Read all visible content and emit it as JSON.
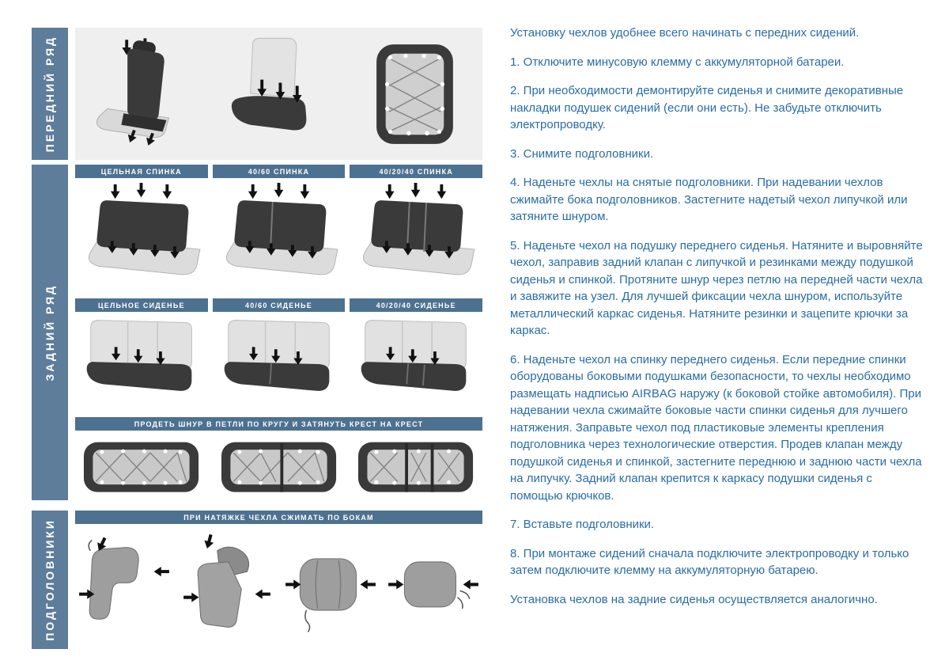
{
  "colors": {
    "accent_rail": "#5d7d9b",
    "accent_bar": "#4d7190",
    "text_blue": "#2a6ca6",
    "panel_gray": "#efefef"
  },
  "sections": {
    "front_row_label": "ПЕРЕДНИЙ РЯД",
    "rear_row_label": "ЗАДНИЙ РЯД",
    "headrests_label": "ПОДГОЛОВНИКИ"
  },
  "diagram_labels": {
    "backrest": [
      "ЦЕЛЬНАЯ СПИНКА",
      "40/60 СПИНКА",
      "40/20/40 СПИНКА"
    ],
    "cushion": [
      "ЦЕЛЬНОЕ СИДЕНЬЕ",
      "40/60 СИДЕНЬЕ",
      "40/20/40 СИДЕНЬЕ"
    ],
    "lace_banner": "ПРОДЕТЬ ШНУР В ПЕТЛИ ПО КРУГУ И ЗАТЯНУТЬ КРЕСТ НА КРЕСТ",
    "headrest_banner": "ПРИ НАТЯЖКЕ ЧЕХЛА СЖИМАТЬ ПО БОКАМ"
  },
  "instructions": {
    "intro": "Установку чехлов удобнее всего начинать с передних сидений.",
    "steps": [
      "1. Отключите минусовую клемму с аккумуляторной батареи.",
      "2. При необходимости демонтируйте сиденья и снимите декоративные накладки подушек сидений (если они есть). Не забудьте отключить электропроводку.",
      "3. Снимите подголовники.",
      "4. Наденьте чехлы на снятые подголовники. При надевании чехлов сжимайте бока подголовников. Застегните надетый чехол липучкой или затяните шнуром.",
      "5. Наденьте чехол на подушку переднего сиденья. Натяните и выровняйте чехол, заправив задний клапан с липучкой и резинками между подушкой сиденья и спинкой. Протяните шнур через петлю на передней части чехла и завяжите на узел. Для лучшей фиксации чехла шнуром, используйте металлический каркас сиденья. Натяните резинки и зацепите крючки за каркас.",
      "6. Наденьте чехол на спинку переднего сиденья. Если передние спинки оборудованы боковыми подушками безопасности, то чехлы необходимо размещать надписью AIRBAG наружу (к боковой стойке автомобиля). При надевании чехла сжимайте боковые части спинки сиденья для лучшего натяжения. Заправьте чехол под пластиковые элементы крепления подголовника через технологические отверстия. Продев клапан между подушкой сиденья и спинкой, застегните переднюю и заднюю части чехла на липучку. Задний клапан крепится к каркасу подушки сиденья с помощью крючков.",
      "7. Вставьте подголовники.",
      "8. При монтаже сидений сначала подключите электропроводку и только затем подключите клемму на аккумуляторную батарею."
    ],
    "outro": "Установка чехлов на задние сиденья осуществляется аналогично."
  }
}
